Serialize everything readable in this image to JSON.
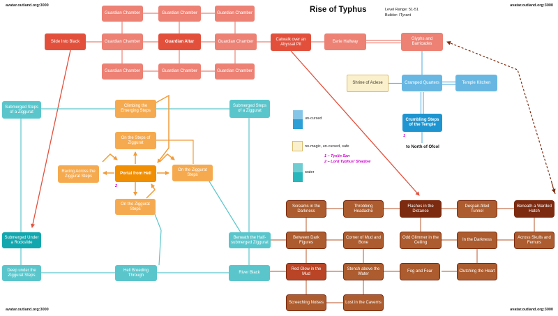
{
  "meta": {
    "corner_label": "avatar.outland.org:3000",
    "title": "Rise of Typhus",
    "level_range": "Level Range: 51-51",
    "builder": "Builder: ITyrant",
    "exit_note": "to North of Ofcol"
  },
  "legend": {
    "uncursed": "un-cursed",
    "no_magic": "no-magic, un-cursed, safe",
    "water": "water",
    "npc1": "1 – Tyslin San",
    "npc2": "2 – Lord Typhus' Shadow",
    "marker1": "1",
    "marker2": "2"
  },
  "rooms": {
    "guardian_chamber": "Guardian Chamber",
    "guardian_altar": "Guardian Altar",
    "slide_into_black": "Slide Into Black",
    "catwalk": "Catwalk over an Abyssal Pit",
    "eerie_hallway": "Eerie Hallway",
    "glyphs_barricades": "Glyphs and Barricades",
    "shrine": "Shrine of Aclese",
    "cramped_quarters": "Cramped Quarters",
    "temple_kitchen": "Temple Kitchen",
    "crumbling_steps": "Crumbling Steps of the Temple",
    "submerged_steps": "Submerged Steps of a Ziggurat",
    "climbing_emerging": "Climbing the Emerging Steps",
    "on_steps_ziggurat": "On the Steps of Ziggurat",
    "racing_across": "Racing Across the Ziggurat Steps",
    "portal_from_hell": "Portal from Hell",
    "on_ziggurat_steps": "On the Ziggurat Steps",
    "submerged_rockslide": "Submerged Under a Rockslide",
    "deep_under": "Deep under the Ziggurat Steps",
    "hell_breeding": "Hell Breeding Through",
    "river_black": "River Black",
    "beneath_half": "Beneath the Half-submerged Ziggurat",
    "screams": "Screams in the Darkness",
    "throbbing": "Throbbing Headache",
    "flashes": "Flashes in the Distance",
    "despair": "Despair-filled Tunnel",
    "beneath_warded": "Beneath a Warded Hatch",
    "between_dark": "Between Dark Figures",
    "corner_mud": "Corner of Mud and Bone",
    "odd_glimmer": "Odd Glimmer in the Ceiling",
    "in_darkness": "In the Darkness",
    "across_skulls": "Across Skulls and Femurs",
    "red_glow": "Red Glow in the Mud",
    "stench": "Stench above the Water",
    "fog_fear": "Fog and Fear",
    "clutching": "Clutching the Heart",
    "screeching": "Screeching Noises",
    "lost_caverns": "Lost in the Caverns"
  },
  "colors": {
    "salmon": "#ec8174",
    "dark_red": "#e2503c",
    "light_blue": "#68b7e2",
    "dark_blue": "#1e95d0",
    "yellow": "#faf0cc",
    "teal": "#5ac6cc",
    "dark_teal": "#12a7ae",
    "orange": "#f6aa4f",
    "dark_orange": "#f08e04",
    "brown": "#ac5c2e",
    "dark_brown": "#7c2b10",
    "magenta": "#cc00cc"
  }
}
